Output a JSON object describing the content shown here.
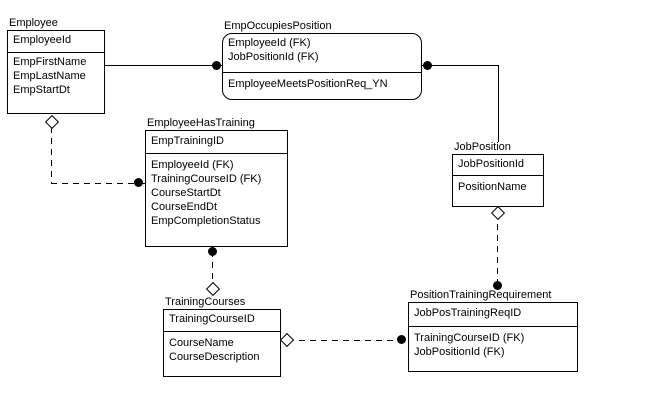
{
  "diagram_type": "er-diagram",
  "colors": {
    "line": "#000000",
    "box_fill": "#ffffff",
    "background": "#ffffff",
    "text": "#000000"
  },
  "entities": [
    {
      "name": "Employee",
      "keys": [
        "EmployeeId"
      ],
      "attrs": [
        "EmpFirstName",
        "EmpLastName",
        "EmpStartDt"
      ]
    },
    {
      "name": "EmpOccupiesPosition",
      "keys": [
        "EmployeeId (FK)",
        "JobPositionId (FK)"
      ],
      "attrs": [
        "EmployeeMeetsPositionReq_YN"
      ]
    },
    {
      "name": "EmployeeHasTraining",
      "keys": [
        "EmpTrainingID"
      ],
      "attrs": [
        "EmployeeId (FK)",
        "TrainingCourseID (FK)",
        "CourseStartDt",
        "CourseEndDt",
        "EmpCompletionStatus"
      ]
    },
    {
      "name": "JobPosition",
      "keys": [
        "JobPositionId"
      ],
      "attrs": [
        "PositionName"
      ]
    },
    {
      "name": "TrainingCourses",
      "keys": [
        "TrainingCourseID"
      ],
      "attrs": [
        "CourseName",
        "CourseDescription"
      ]
    },
    {
      "name": "PositionTrainingRequirement",
      "keys": [
        "JobPosTrainingReqID"
      ],
      "attrs": [
        "TrainingCourseID (FK)",
        "JobPositionId (FK)"
      ]
    }
  ],
  "relationships": [
    {
      "parent": "Employee",
      "child": "EmpOccupiesPosition",
      "line": "solid",
      "child_symbol": "filled-dot",
      "parent_symbol": "none"
    },
    {
      "parent": "JobPosition",
      "child": "EmpOccupiesPosition",
      "line": "solid",
      "child_symbol": "filled-dot",
      "parent_symbol": "none"
    },
    {
      "parent": "Employee",
      "child": "EmployeeHasTraining",
      "line": "dashed",
      "child_symbol": "filled-dot",
      "parent_symbol": "open-diamond"
    },
    {
      "parent": "TrainingCourses",
      "child": "EmployeeHasTraining",
      "line": "dashed",
      "child_symbol": "filled-dot",
      "parent_symbol": "open-diamond"
    },
    {
      "parent": "JobPosition",
      "child": "PositionTrainingRequirement",
      "line": "dashed",
      "child_symbol": "filled-dot",
      "parent_symbol": "open-diamond"
    },
    {
      "parent": "TrainingCourses",
      "child": "PositionTrainingRequirement",
      "line": "dashed",
      "child_symbol": "filled-dot",
      "parent_symbol": "open-diamond"
    }
  ]
}
